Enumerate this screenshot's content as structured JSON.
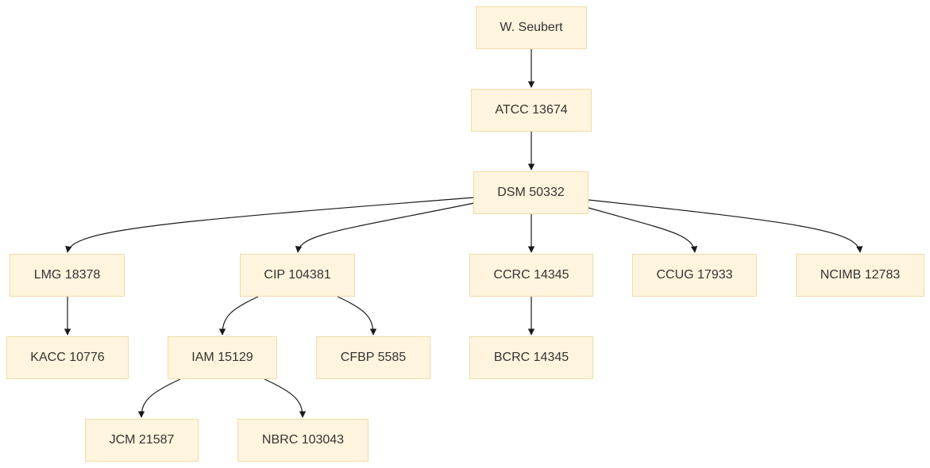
{
  "diagram": {
    "type": "tree",
    "colors": {
      "node_fill": "#fff4dd",
      "node_border": "#f0dca8",
      "text": "#333333",
      "edge": "#1a1a1a"
    },
    "nodes": [
      {
        "id": "seubert",
        "label": "W. Seubert"
      },
      {
        "id": "atcc",
        "label": "ATCC 13674"
      },
      {
        "id": "dsm",
        "label": "DSM 50332"
      },
      {
        "id": "lmg",
        "label": "LMG 18378"
      },
      {
        "id": "cip",
        "label": "CIP 104381"
      },
      {
        "id": "ccrc",
        "label": "CCRC 14345"
      },
      {
        "id": "ccug",
        "label": "CCUG 17933"
      },
      {
        "id": "ncimb",
        "label": "NCIMB 12783"
      },
      {
        "id": "kacc",
        "label": "KACC 10776"
      },
      {
        "id": "iam",
        "label": "IAM 15129"
      },
      {
        "id": "cfbp",
        "label": "CFBP 5585"
      },
      {
        "id": "bcrc",
        "label": "BCRC 14345"
      },
      {
        "id": "jcm",
        "label": "JCM 21587"
      },
      {
        "id": "nbrc",
        "label": "NBRC 103043"
      }
    ],
    "edges": [
      {
        "from": "seubert",
        "to": "atcc"
      },
      {
        "from": "atcc",
        "to": "dsm"
      },
      {
        "from": "dsm",
        "to": "lmg"
      },
      {
        "from": "dsm",
        "to": "cip"
      },
      {
        "from": "dsm",
        "to": "ccrc"
      },
      {
        "from": "dsm",
        "to": "ccug"
      },
      {
        "from": "dsm",
        "to": "ncimb"
      },
      {
        "from": "lmg",
        "to": "kacc"
      },
      {
        "from": "cip",
        "to": "iam"
      },
      {
        "from": "cip",
        "to": "cfbp"
      },
      {
        "from": "ccrc",
        "to": "bcrc"
      },
      {
        "from": "iam",
        "to": "jcm"
      },
      {
        "from": "iam",
        "to": "nbrc"
      }
    ]
  }
}
